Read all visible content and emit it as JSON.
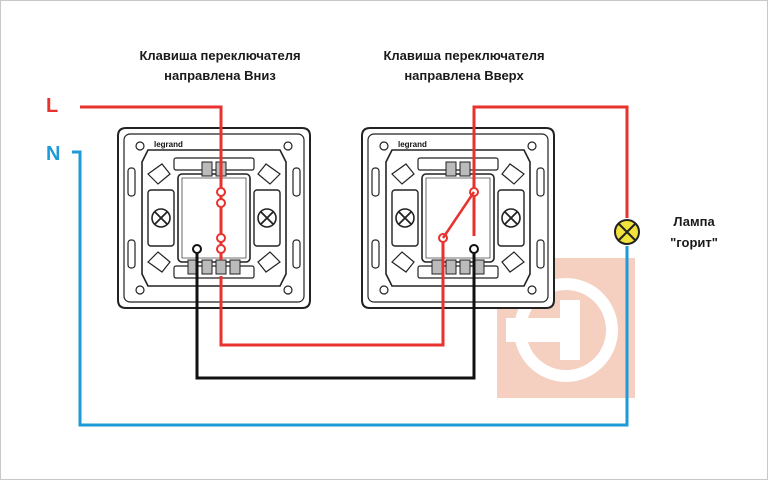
{
  "switch_left": {
    "caption_line1": "Клавиша переключателя",
    "caption_line2": "направлена Вниз",
    "brand": "legrand"
  },
  "switch_right": {
    "caption_line1": "Клавиша переключателя",
    "caption_line2": "направлена Вверх",
    "brand": "legrand"
  },
  "lamp": {
    "label_line1": "Лампа",
    "label_line2": "\"горит\""
  },
  "wires": {
    "phase_label": "L",
    "neutral_label": "N",
    "phase_color": "#e8322e",
    "neutral_color": "#1e9ad6",
    "traveller_color": "#111111"
  },
  "watermark": {
    "color": "#f4c7b6",
    "icon": "plug-logo-icon"
  },
  "lamp_color": "#f2e33a"
}
